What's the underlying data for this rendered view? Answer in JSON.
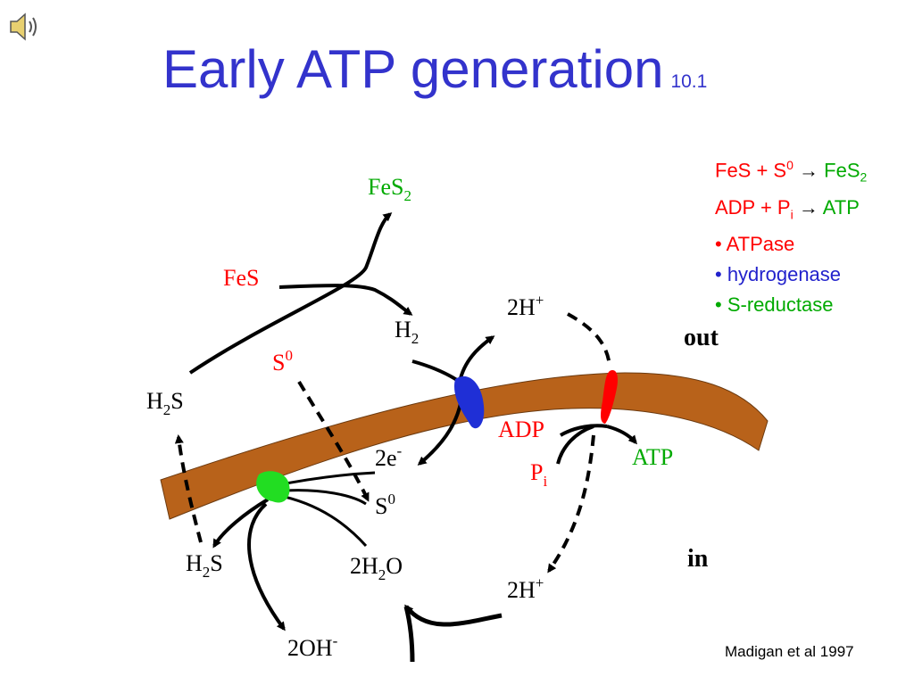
{
  "slide": {
    "title": "Early ATP generation",
    "title_ref": "10.1",
    "citation": "Madigan et al 1997"
  },
  "legend": {
    "eq1": {
      "reactant": "FeS + S",
      "reactant_sup": "0",
      "arrow": "→",
      "product": "FeS",
      "product_sub": "2"
    },
    "eq2": {
      "reactant": "ADP + P",
      "reactant_sub": "i",
      "arrow": "→",
      "product": "ATP"
    },
    "items": [
      "• ATPase",
      "• hydrogenase",
      "• S-reductase"
    ]
  },
  "diagram": {
    "labels": {
      "fes2": {
        "text": "FeS",
        "sub": "2"
      },
      "fes": {
        "text": "FeS"
      },
      "h2": {
        "text": "H",
        "sub": "2"
      },
      "s0_top": {
        "text": "S",
        "sup": "0"
      },
      "h2s_top": {
        "text": "H",
        "sub": "2",
        "tail": "S"
      },
      "two_h_plus_top": {
        "text": "2H",
        "sup": "+"
      },
      "out": {
        "text": "out"
      },
      "adp": {
        "text": "ADP"
      },
      "atp": {
        "text": "ATP"
      },
      "pi": {
        "text": "P",
        "sub": "i"
      },
      "two_e_minus": {
        "text": "2e",
        "sup": "-"
      },
      "s0_bottom": {
        "text": "S",
        "sup": "0"
      },
      "h2s_bottom": {
        "text": "H",
        "sub": "2",
        "tail": "S"
      },
      "two_h2o": {
        "text": "2H",
        "sub": "2",
        "tail": "O"
      },
      "two_h_plus_bottom": {
        "text": "2H",
        "sup": "+"
      },
      "in": {
        "text": "in"
      },
      "two_oh_minus": {
        "text": "2OH",
        "sup": "-"
      }
    },
    "colors": {
      "membrane": "#b8621a",
      "hydrogenase": "#1f2fd6",
      "atpase": "#ff0000",
      "s_reductase": "#22dd22",
      "red_label": "#ff0000",
      "green_label": "#00aa00"
    }
  }
}
